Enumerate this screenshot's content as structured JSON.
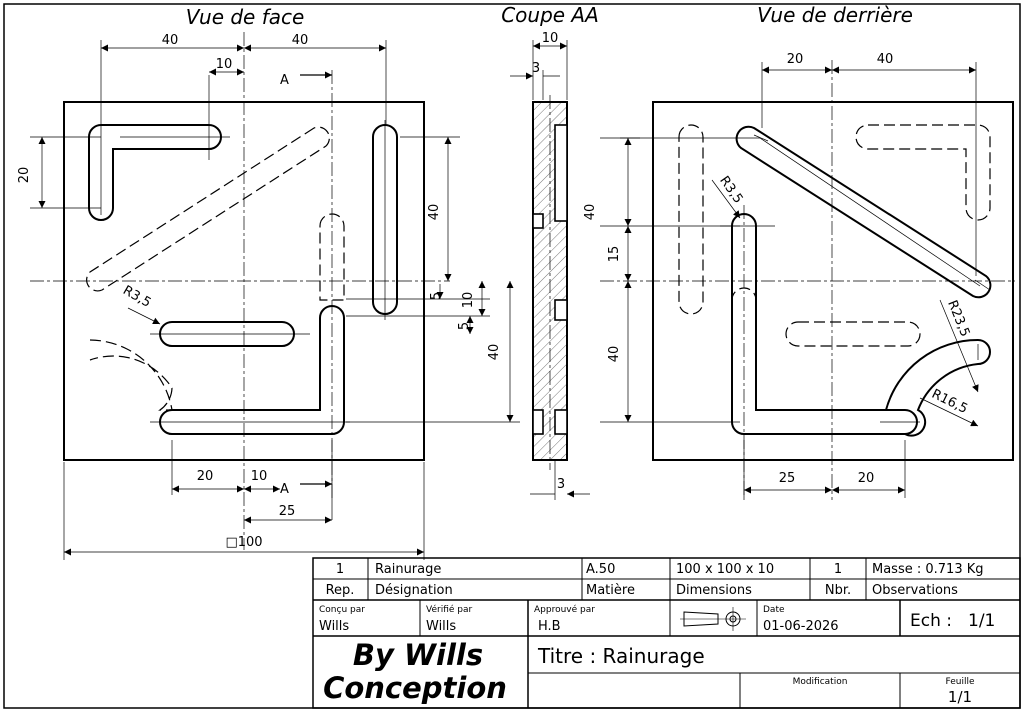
{
  "views": {
    "front": "Vue de face",
    "section": "Coupe AA",
    "back": "Vue de derrière"
  },
  "section_marker": "A",
  "dims": {
    "front_40_left": "40",
    "front_40_right": "40",
    "front_10_top": "10",
    "front_20_left": "20",
    "front_40_v": "40",
    "front_5_a": "5",
    "front_10_v": "10",
    "front_5_b": "5",
    "front_40_v2": "40",
    "front_r35": "R3,5",
    "front_20_bottom": "20",
    "front_10_bottom": "10",
    "front_25_bottom": "25",
    "front_overall": "□100",
    "sec_10": "10",
    "sec_3_top": "3",
    "sec_3_bottom": "3",
    "back_20_top": "20",
    "back_40_top": "40",
    "back_r35": "R3,5",
    "back_40_v": "40",
    "back_15_v": "15",
    "back_40_v2": "40",
    "back_r235": "R23,5",
    "back_r165": "R16,5",
    "back_25_bottom": "25",
    "back_20_bottom": "20"
  },
  "title_block": {
    "row1": {
      "rep": "1",
      "designation": "Rainurage",
      "matiere": "A.50",
      "dimensions": "100 x 100 x 10",
      "nbr": "1",
      "observations": "Masse : 0.713 Kg"
    },
    "row2": {
      "rep": "Rep.",
      "designation": "Désignation",
      "matiere": "Matière",
      "dimensions": "Dimensions",
      "nbr": "Nbr.",
      "observations": "Observations"
    },
    "concu_label": "Conçu par",
    "concu_value": "Wills",
    "verifie_label": "Vérifié par",
    "verifie_value": "Wills",
    "approuve_label": "Approuvé par",
    "approuve_value": "H.B",
    "date_label": "Date",
    "date_value": "01-06-2026",
    "echelle_label": "Ech :",
    "echelle_value": "1/1",
    "company_line1": "By Wills",
    "company_line2": "Conception",
    "titre": "Titre : Rainurage",
    "modification_label": "Modification",
    "feuille_label": "Feuille",
    "feuille_value": "1/1"
  }
}
